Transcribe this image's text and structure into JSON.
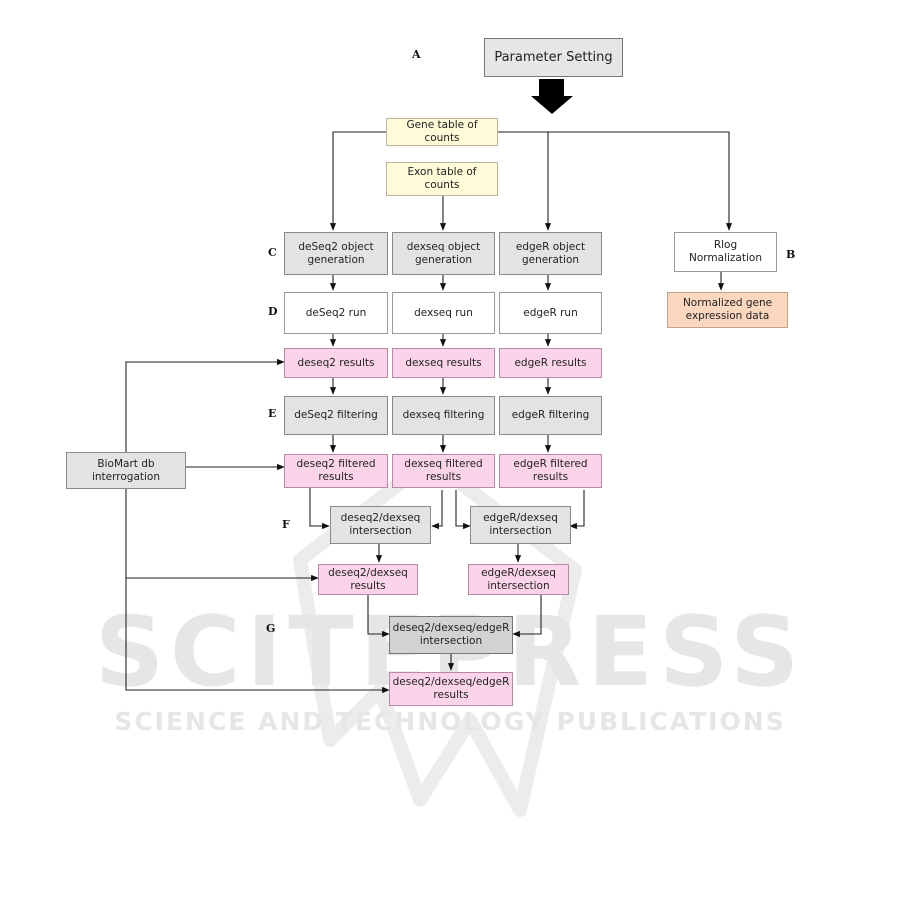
{
  "section_labels": {
    "a": "A",
    "b": "B",
    "c": "C",
    "d": "D",
    "e": "E",
    "f": "F",
    "g": "G"
  },
  "nodes": {
    "parameter_setting": "Parameter Setting",
    "gene_table": "Gene table of counts",
    "exon_table": "Exon table of counts",
    "deseq2_object": "deSeq2 object\ngeneration",
    "dexseq_object": "dexseq object\ngeneration",
    "edger_object": "edgeR object\ngeneration",
    "rlog": "Rlog\nNormalization",
    "normalized_data": "Normalized gene\nexpression data",
    "deseq2_run": "deSeq2 run",
    "dexseq_run": "dexseq run",
    "edger_run": "edgeR run",
    "deseq2_results": "deseq2 results",
    "dexseq_results": "dexseq results",
    "edger_results": "edgeR results",
    "deseq2_filtering": "deSeq2 filtering",
    "dexseq_filtering": "dexseq filtering",
    "edger_filtering": "edgeR filtering",
    "biomart": "BioMart db\ninterrogation",
    "deseq2_filtered": "deseq2 filtered\nresults",
    "dexseq_filtered": "dexseq filtered\nresults",
    "edger_filtered": "edgeR filtered\nresults",
    "deseq2_dexseq_intersection": "deseq2/dexseq\nintersection",
    "edger_dexseq_intersection": "edgeR/dexseq\nintersection",
    "deseq2_dexseq_results": "deseq2/dexseq\nresults",
    "edger_dexseq_intersection_out": "edgeR/dexseq\nintersection",
    "triple_intersection": "deseq2/dexseq/edgeR\nintersection",
    "triple_results": "deseq2/dexseq/edgeR\nresults"
  },
  "watermark": {
    "main": "SCITEPRESS",
    "sub": "SCIENCE AND TECHNOLOGY PUBLICATIONS"
  },
  "colors": {
    "grey_box": "#e3e3e3",
    "yellow_box": "#fffbd9",
    "pink_box": "#fcd4ea",
    "orange_box": "#fbd7bf",
    "watermark": "#e4e4e4"
  }
}
